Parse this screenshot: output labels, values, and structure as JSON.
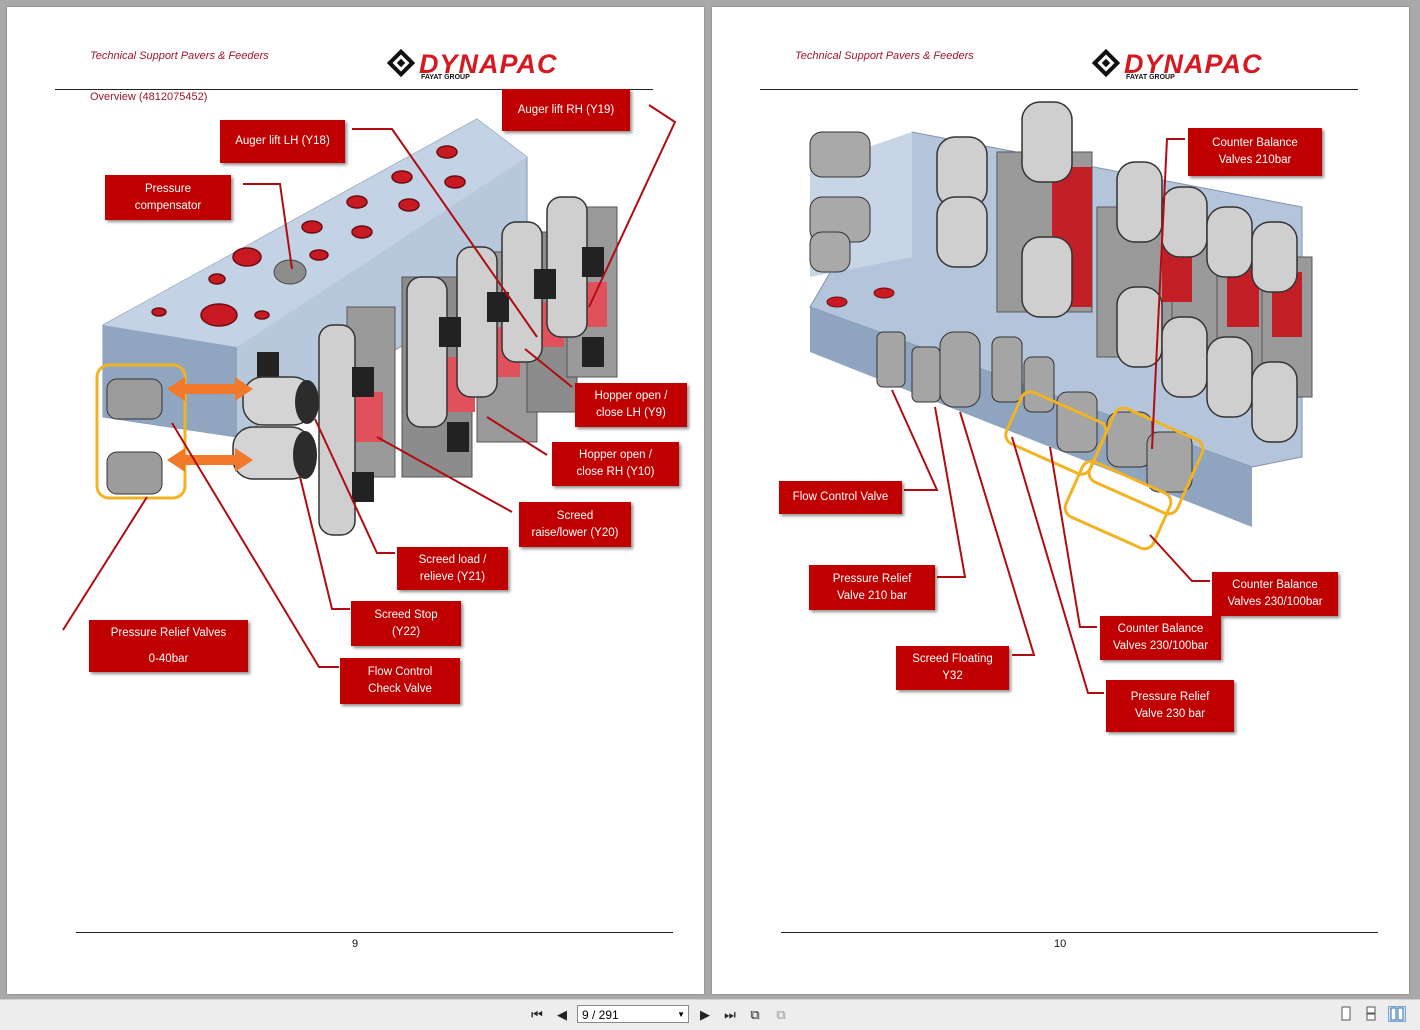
{
  "pages": [
    {
      "header_text": "Technical Support Pavers & Feeders",
      "logo_text": "DYNAPAC",
      "logo_subtext": "FAYAT GROUP",
      "overview": "Overview (4812075452)",
      "page_number": "9",
      "callouts": [
        {
          "lines": [
            "Auger lift RH (Y19)"
          ]
        },
        {
          "lines": [
            "Auger lift LH (Y18)"
          ]
        },
        {
          "lines": [
            "Pressure",
            "compensator"
          ]
        },
        {
          "lines": [
            "Hopper open /",
            "close LH (Y9)"
          ]
        },
        {
          "lines": [
            "Hopper open /",
            "close RH (Y10)"
          ]
        },
        {
          "lines": [
            "Screed",
            "raise/lower (Y20)"
          ]
        },
        {
          "lines": [
            "Screed load /",
            "relieve (Y21)"
          ]
        },
        {
          "lines": [
            "Screed Stop",
            "(Y22)"
          ]
        },
        {
          "lines": [
            "Flow Control",
            "Check Valve"
          ]
        },
        {
          "lines": [
            "Pressure Relief Valves",
            "0-40bar"
          ]
        }
      ]
    },
    {
      "header_text": "Technical Support Pavers & Feeders",
      "logo_text": "DYNAPAC",
      "logo_subtext": "FAYAT GROUP",
      "page_number": "10",
      "callouts": [
        {
          "lines": [
            "Counter Balance",
            "Valves 210bar"
          ]
        },
        {
          "lines": [
            "Flow Control Valve"
          ]
        },
        {
          "lines": [
            "Pressure Relief",
            "Valve 210 bar"
          ]
        },
        {
          "lines": [
            "Screed Floating",
            "Y32"
          ]
        },
        {
          "lines": [
            "Counter Balance",
            "Valves 230/100bar"
          ]
        },
        {
          "lines": [
            "Counter Balance",
            "Valves 230/100bar"
          ]
        },
        {
          "lines": [
            "Pressure Relief",
            "Valve 230 bar"
          ]
        }
      ]
    }
  ],
  "toolbar": {
    "page_indicator": "9 / 291",
    "buttons": [
      "first-page-icon",
      "prev-page-icon",
      "next-page-icon",
      "last-page-icon",
      "go-back-icon",
      "go-forward-icon",
      "single-page-view-icon",
      "continuous-view-icon",
      "two-page-view-icon"
    ]
  },
  "colors": {
    "accent_red": "#c00000",
    "header_red": "#a0162b",
    "highlight_yellow": "#f0b323",
    "arrow_orange": "#f07a2a",
    "block_blue": "#a9bcd6"
  }
}
